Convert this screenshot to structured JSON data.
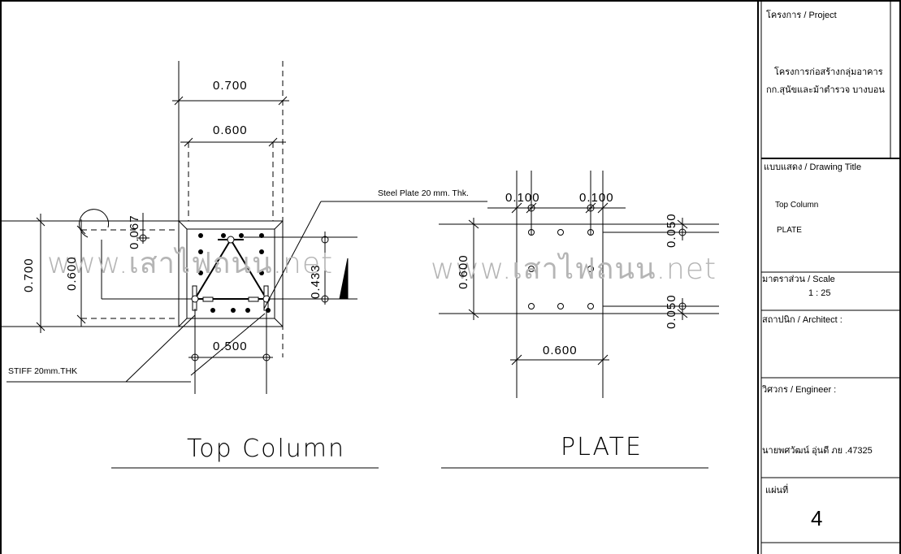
{
  "watermark": "www.เสาไฟถนน.net",
  "top_column": {
    "title": "Top Column",
    "dim_top_outer": "0.700",
    "dim_top_inner": "0.600",
    "dim_left_outer": "0.700",
    "dim_left_inner": "0.600",
    "dim_bottom": "0.500",
    "dim_small": "0.067",
    "dim_right": "0.433",
    "note_plate": "Steel Plate 20 mm. Thk.",
    "note_stiff": "STIFF 20mm.THK"
  },
  "plate": {
    "title": "PLATE",
    "dim_top_a": "0.100",
    "dim_top_b": "0.100",
    "dim_left": "0.600",
    "dim_bottom": "0.600",
    "dim_right_top": "0.050",
    "dim_right_bottom": "0.050"
  },
  "title_block": {
    "project_label": "โครงการ / Project",
    "project_line1": "โครงการก่อสร้างกลุ่มอาคาร",
    "project_line2": "กก.สุนัขและม้าตำรวจ บางบอน",
    "drawing_title_label": "แบบแสดง / Drawing Title",
    "drawing_title_1": "Top Column",
    "drawing_title_2": "PLATE",
    "scale_label": "มาตราส่วน / Scale",
    "scale_value": "1 : 25",
    "architect_label": "สถาปนิก / Architect :",
    "engineer_label": "วิศวกร / Engineer :",
    "engineer_name": "นายพศวัฒน์ อุ่นดี   ภย .47325",
    "sheet_label": "แผ่นที่",
    "sheet_number": "4"
  }
}
